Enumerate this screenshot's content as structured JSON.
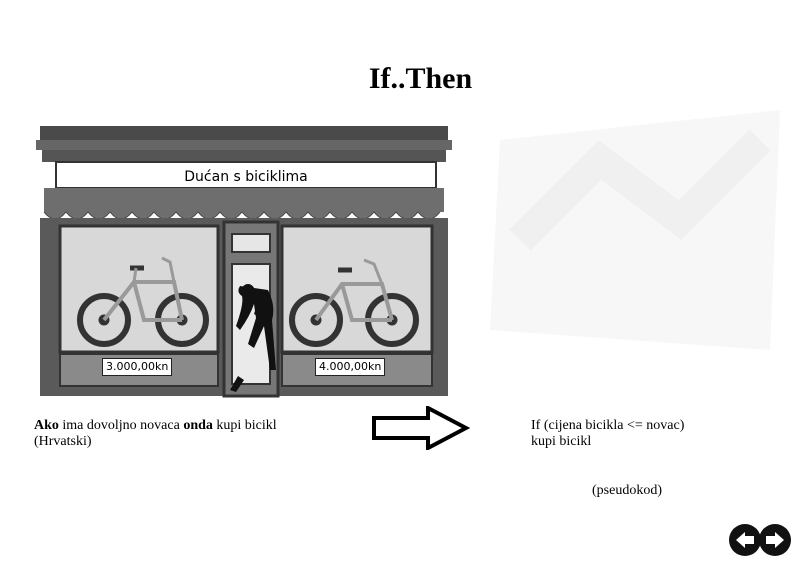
{
  "slide": {
    "title": "If..Then"
  },
  "shop": {
    "sign": "Dućan s biciklima",
    "price_left": "3.000,00kn",
    "price_right": "4.000,00kn"
  },
  "sentence": {
    "bold_if": "Ako",
    "part1": " ima dovoljno novaca ",
    "bold_then": "onda",
    "part2": " kupi bicikl",
    "language": "(Hrvatski)"
  },
  "pseudocode": {
    "line1": "If (cijena bicikla <= novac)",
    "line2": "kupi bicikl",
    "note": "(pseudokod)"
  },
  "navigation": {
    "prev_icon": "arrow-left-icon",
    "next_icon": "arrow-right-icon"
  }
}
